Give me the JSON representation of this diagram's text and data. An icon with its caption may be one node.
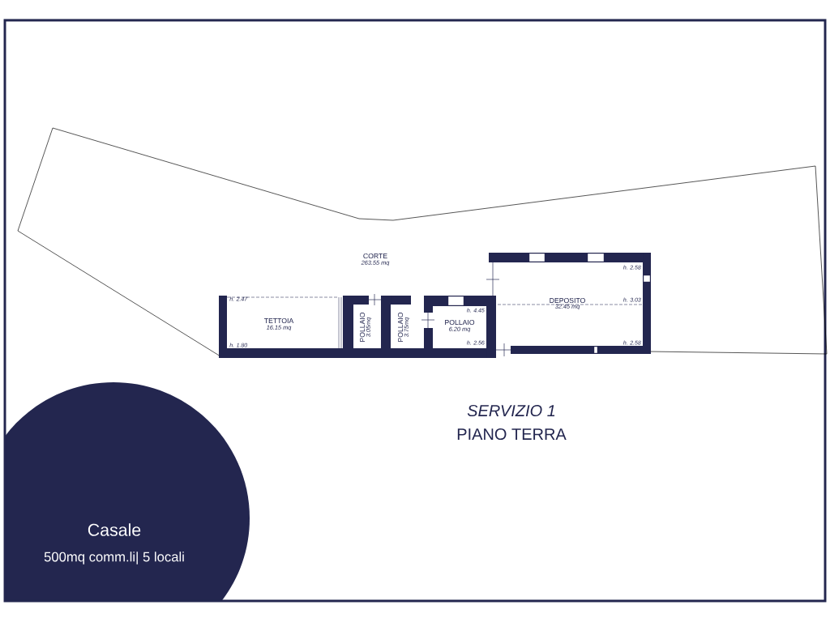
{
  "diagram": {
    "labels": [
      "CORTE",
      "263.55 mq",
      "h. 2.58",
      "h. 2.47",
      "TETTOIA",
      "16.15 mq",
      "POLLAIO",
      "3.05mq",
      "POLLAIO",
      "3.75mq",
      "h. 4.45",
      "DEPOSITO",
      "32.45 mq",
      "h. 3.03",
      "POLLAIO",
      "6.20 mq",
      "h. 1.80",
      "h. 2.56",
      "h. 2.58",
      "SERVIZIO 1",
      "PIANO TERRA",
      "Casale",
      "500mq comm.li| 5 locali"
    ]
  }
}
